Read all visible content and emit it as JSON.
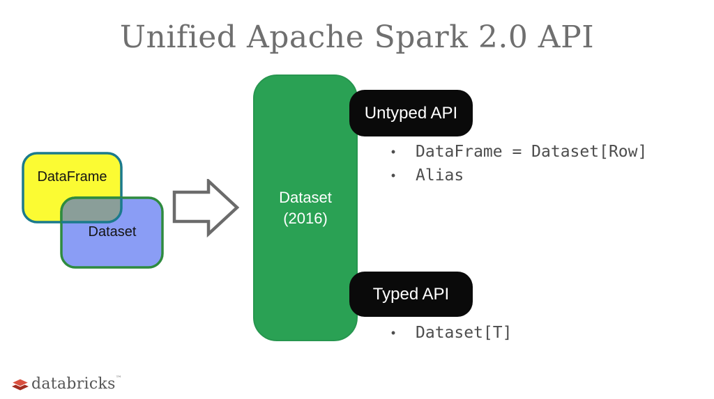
{
  "slide": {
    "title": "Unified Apache Spark 2.0 API",
    "title_color": "#6f6f6f",
    "background": "#ffffff"
  },
  "venn": {
    "dataframe_label": "DataFrame",
    "dataset_label": "Dataset",
    "colors": {
      "dataframe_fill": "#fbfb33",
      "dataframe_border": "#1b7a8c",
      "dataset_fill": "#8a9df5",
      "dataset_border": "#2e8b3f",
      "overlap_fill": "#8a9e99"
    }
  },
  "arrow": {
    "stroke": "#6b6b6b",
    "fill": "#ffffff"
  },
  "dataset_box": {
    "line1": "Dataset",
    "line2": "(2016)",
    "fill": "#2aa154",
    "text_color": "#ffffff"
  },
  "untyped_api": {
    "label": "Untyped API",
    "pill_color": "#0a0a0a",
    "text_color": "#ffffff",
    "bullet_glyph": "•",
    "bullets": [
      "DataFrame = Dataset[Row]",
      "Alias"
    ]
  },
  "typed_api": {
    "label": "Typed API",
    "pill_color": "#0a0a0a",
    "text_color": "#ffffff",
    "bullet_glyph": "•",
    "bullets": [
      "Dataset[T]"
    ]
  },
  "footer": {
    "brand": "databricks",
    "trademark": "™",
    "logo_color_top": "#d9503f",
    "logo_color_bottom": "#a22c20"
  }
}
